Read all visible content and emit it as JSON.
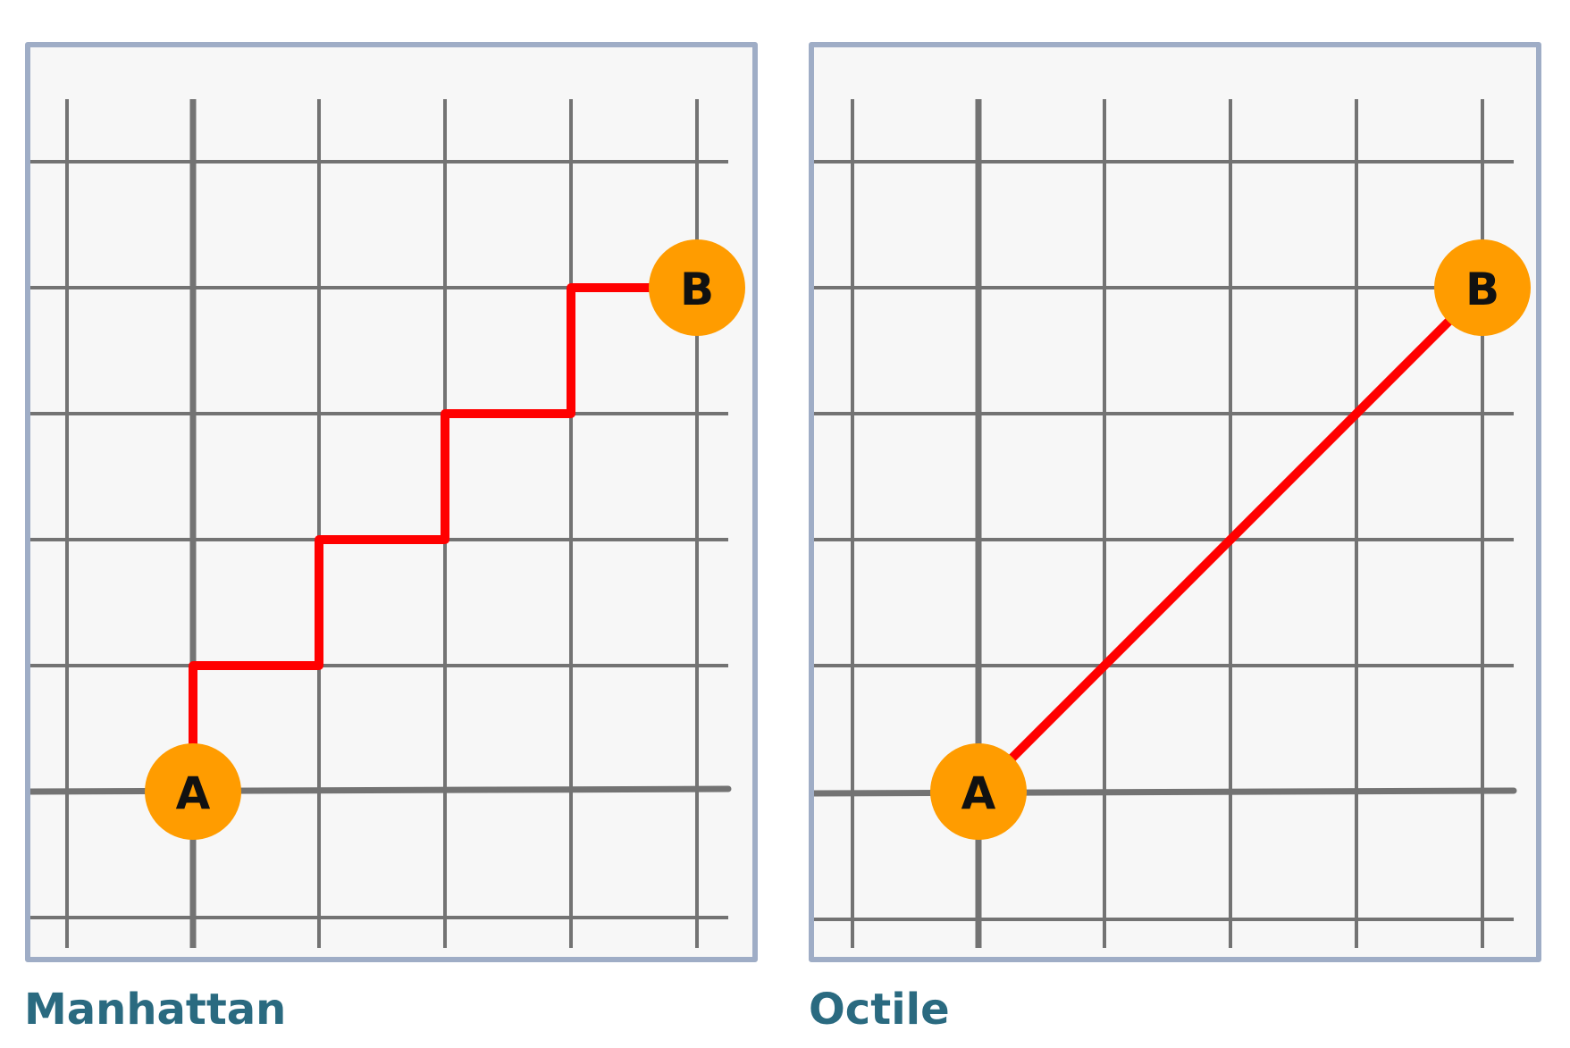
{
  "colors": {
    "panel_border": "#9fadc6",
    "panel_background": "#f7f7f7",
    "grid_line": "#737373",
    "path": "#ff0000",
    "node_fill": "#ff9c00",
    "node_label": "#111111",
    "caption": "#2a6a80"
  },
  "grid": {
    "columns": 6,
    "rows": 7
  },
  "panels": [
    {
      "caption": "Manhattan",
      "path_type": "staircase",
      "start": {
        "label": "A",
        "cell": [
          1,
          0
        ]
      },
      "end": {
        "label": "B",
        "cell": [
          5,
          4
        ]
      }
    },
    {
      "caption": "Octile",
      "path_type": "diagonal",
      "start": {
        "label": "A",
        "cell": [
          1,
          0
        ]
      },
      "end": {
        "label": "B",
        "cell": [
          5,
          4
        ]
      }
    }
  ]
}
